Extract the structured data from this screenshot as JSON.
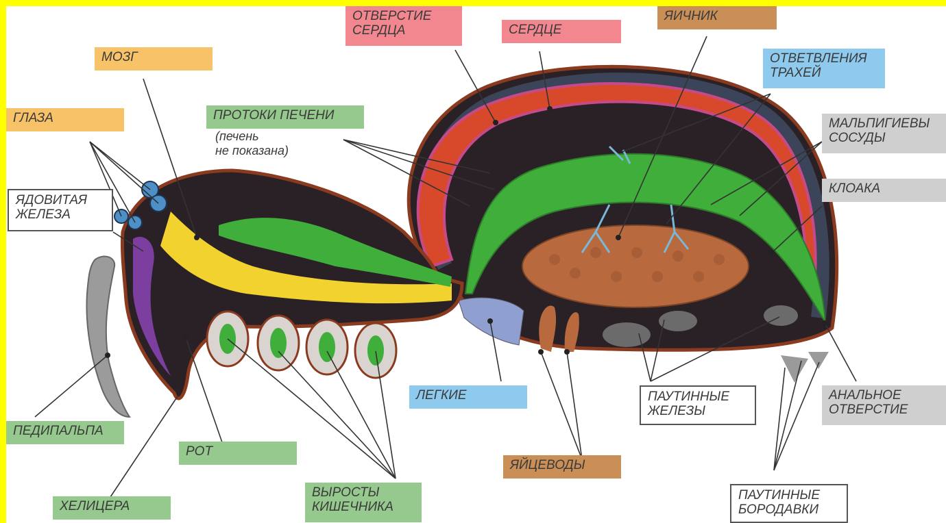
{
  "labels": {
    "brain": "МОЗГ",
    "eyes": "ГЛАЗА",
    "venom_gland": "ЯДОВИТАЯ\nЖЕЛЕЗА",
    "liver_ducts": "ПРОТОКИ ПЕЧЕНИ",
    "liver_note": "(печень\nне показана)",
    "heart_opening": "ОТВЕРСТИЕ\nСЕРДЦА",
    "heart": "СЕРДЦЕ",
    "ovary": "ЯИЧНИК",
    "trachea_branches": "ОТВЕТВЛЕНИЯ\nТРАХЕЙ",
    "malpighian": "МАЛЬПИГИЕВЫ\nСОСУДЫ",
    "cloaca": "КЛОАКА",
    "pedipalp": "ПЕДИПАЛЬПА",
    "mouth": "РОТ",
    "chelicera": "ХЕЛИЦЕРА",
    "gut_outgrowths": "ВЫРОСТЫ\nКИШЕЧНИКА",
    "lungs": "ЛЕГКИЕ",
    "oviducts": "ЯЙЦЕВОДЫ",
    "silk_glands": "ПАУТИННЫЕ\nЖЕЛЕЗЫ",
    "anal_opening": "АНАЛЬНОЕ\nОТВЕРСТИЕ",
    "spinnerets": "ПАУТИННЫЕ\nБОРОДАВКИ"
  },
  "colors": {
    "frame": "#ffff00",
    "label_yellow": "#f7c268",
    "label_pink": "#f2878f",
    "label_brown": "#c98f57",
    "label_blue": "#8ec9ee",
    "label_grey": "#cfcfcf",
    "label_green": "#96c98d",
    "body_outline": "#8a3a1e",
    "heart": "#d8492c",
    "gut": "#3fae3a",
    "ovary": "#b86a3e",
    "nerve": "#f2d22e"
  }
}
